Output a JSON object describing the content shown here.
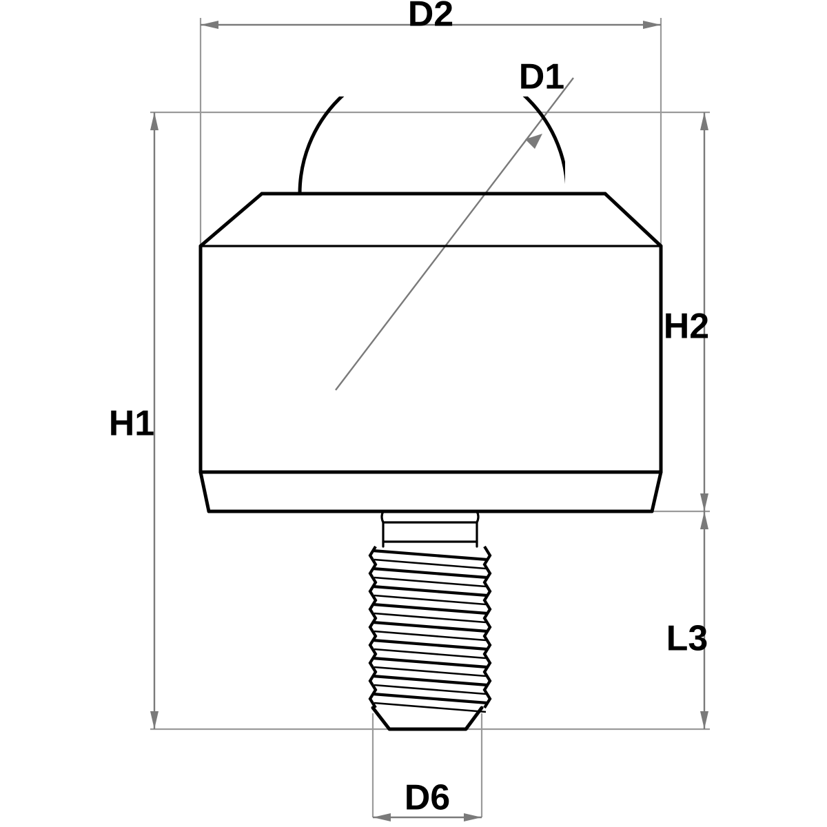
{
  "drawing": {
    "title": "Ball Transfer Unit with Threaded Stud",
    "view": "front elevation",
    "line_color": "#000000",
    "dimension_color": "#7a7a7a",
    "background_color": "#ffffff"
  },
  "dimensions": {
    "d2": {
      "label": "D2",
      "description": "outer housing diameter",
      "orientation": "horizontal",
      "position": "top"
    },
    "d1": {
      "label": "D1",
      "description": "ball diameter",
      "orientation": "diagonal",
      "position": "upper-right"
    },
    "h1": {
      "label": "H1",
      "description": "overall height including stud",
      "orientation": "vertical",
      "position": "left"
    },
    "h2": {
      "label": "H2",
      "description": "housing height",
      "orientation": "vertical",
      "position": "right"
    },
    "l3": {
      "label": "L3",
      "description": "threaded stud length",
      "orientation": "vertical",
      "position": "right"
    },
    "d6": {
      "label": "D6",
      "description": "thread nominal diameter",
      "orientation": "horizontal",
      "position": "bottom"
    }
  },
  "components": {
    "ball": "load-bearing-ball",
    "housing": "cylindrical-housing",
    "top_chamfer": "housing-top-chamfer",
    "bottom_chamfer": "housing-bottom-chamfer",
    "shank": "unthreaded-shank",
    "thread": "external-thread",
    "thread_tip": "chamfered-thread-tip"
  }
}
